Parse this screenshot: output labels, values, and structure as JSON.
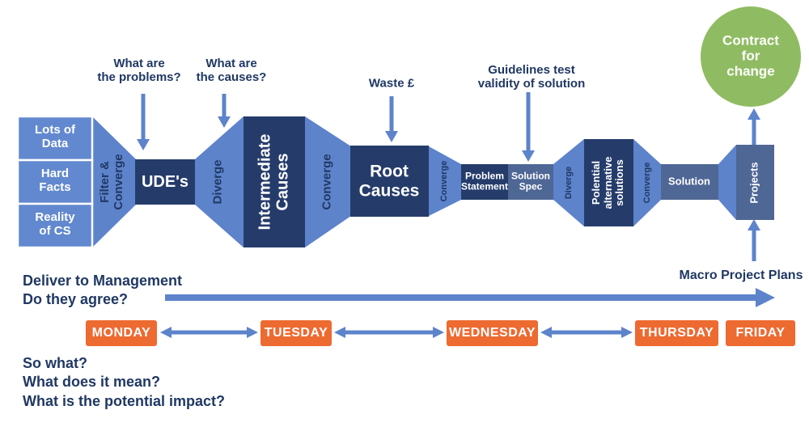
{
  "colors": {
    "navy_box": "#253c6b",
    "slate_box": "#4f6795",
    "funnel_blue": "#5d83cb",
    "input_box_blue": "#6289cf",
    "arrow_blue": "#5d83cb",
    "orange_day": "#ed6a31",
    "green_circle": "#8fbc62",
    "text_navy": "#203864",
    "text_white": "#ffffff"
  },
  "inputs": {
    "box1": "Lots of\nData",
    "box2": "Hard\nFacts",
    "box3": "Reality\nof CS"
  },
  "stages": {
    "filter_converge": "Filter &\nConverge",
    "udes": "UDE's",
    "diverge1": "Diverge",
    "intermediate_causes": "Intermediate\nCauses",
    "converge1": "Converge",
    "root_causes": "Root\nCauses",
    "converge2": "Converge",
    "problem_statement": "Problem\nStatement",
    "solution_spec": "Solution\nSpec",
    "diverge2": "Diverge",
    "potential_alternatives": "Polential\nalternative\nsolutions",
    "converge3": "Converge",
    "solution": "Solution",
    "projects": "Projects",
    "contract_for_change": "Contract\nfor\nchange"
  },
  "annotations": {
    "problems": "What are\nthe problems?",
    "causes": "What are\nthe causes?",
    "waste": "Waste £",
    "guidelines": "Guidelines test\nvalidity of solution",
    "macro_project_plans": "Macro Project Plans"
  },
  "timeline": {
    "days": [
      "MONDAY",
      "TUESDAY",
      "WEDNESDAY",
      "THURSDAY",
      "FRIDAY"
    ]
  },
  "notes": {
    "deliver": "Deliver to Management\nDo they agree?",
    "so_what": "So what?\nWhat does it mean?\nWhat is the potential impact?"
  }
}
